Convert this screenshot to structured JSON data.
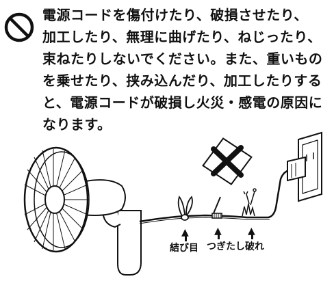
{
  "warning": {
    "icon": "prohibition-icon",
    "lines": [
      "電源コードを傷付けたり、破損させたり、",
      "加工したり、無理に曲げたり、ねじったり、",
      "束ねたりしないでください。また、重いもの",
      "を乗せたり、挟み込んだり、加工したりする",
      "と、電源コードが破損し火災・感電の原因に",
      "なります。"
    ]
  },
  "illustration": {
    "labels": {
      "knot": "結び目",
      "splice": "つぎたし",
      "broken": "破れ"
    },
    "icons": [
      "fan-icon",
      "cross-sign-icon",
      "wall-outlet-icon",
      "power-plug-icon"
    ]
  },
  "colors": {
    "ink": "#111111",
    "background": "#ffffff"
  }
}
